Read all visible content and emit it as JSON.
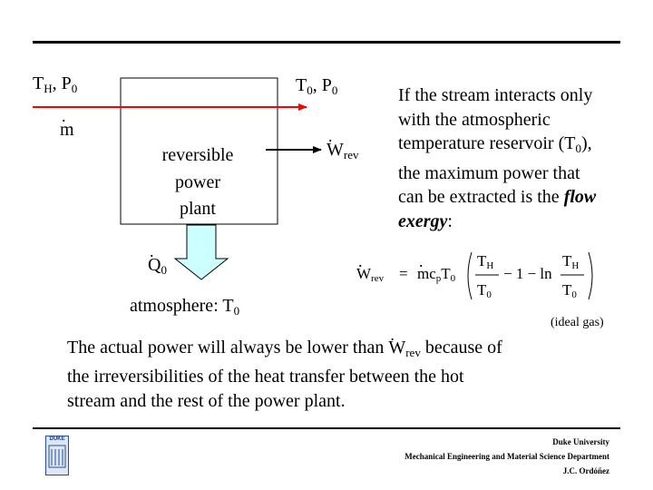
{
  "diagram": {
    "inlet_label": {
      "t": "T",
      "t_sub": "H",
      "rest": ", P",
      "p_sub": "0"
    },
    "outlet_label": {
      "t": "T",
      "t_sub": "0",
      "rest": ", P",
      "p_sub": "0"
    },
    "mass_flow_label": "m",
    "box_lines": [
      "reversible",
      "power",
      "plant"
    ],
    "work_label": {
      "w": "W",
      "sub": "rev"
    },
    "heat_label": {
      "q": "Q",
      "sub": "0"
    },
    "atmosphere_label": {
      "text": "atmosphere: T",
      "sub": "0"
    },
    "colors": {
      "stream": "#ff0000",
      "heat_arrow": "#ccffff",
      "box_border": "#000000"
    }
  },
  "explanation": {
    "lines": [
      "If the stream interacts only",
      "with the atmospheric",
      "temperature reservoir (T",
      "), ",
      "the maximum power  that",
      "can be extracted is the "
    ],
    "t_sub": "0",
    "bold1": "flow",
    "bold2": "exergy",
    "tail": ":"
  },
  "equation": {
    "lhs": "W",
    "lhs_sub": "rev",
    "eq": "=",
    "m": "m",
    "c": "c",
    "c_sub": "p",
    "t0": "T",
    "t0_sub": "0",
    "num": "T",
    "num_sub": "H",
    "den": "T",
    "den_sub": "0",
    "minus1": "− 1 − ln",
    "note": "(ideal gas)"
  },
  "conclusion": {
    "line1a": "The actual power will always be lower than ",
    "w": "W",
    "w_sub": "rev",
    "line1b": " because of",
    "line2": "the irreversibilities of the heat transfer between the hot",
    "line3": "stream and the rest of the power plant."
  },
  "footer": {
    "logo": "DUKE",
    "university": "Duke University",
    "department": "Mechanical Engineering and Material Science Department",
    "author": "J.C. Ordóñez"
  }
}
